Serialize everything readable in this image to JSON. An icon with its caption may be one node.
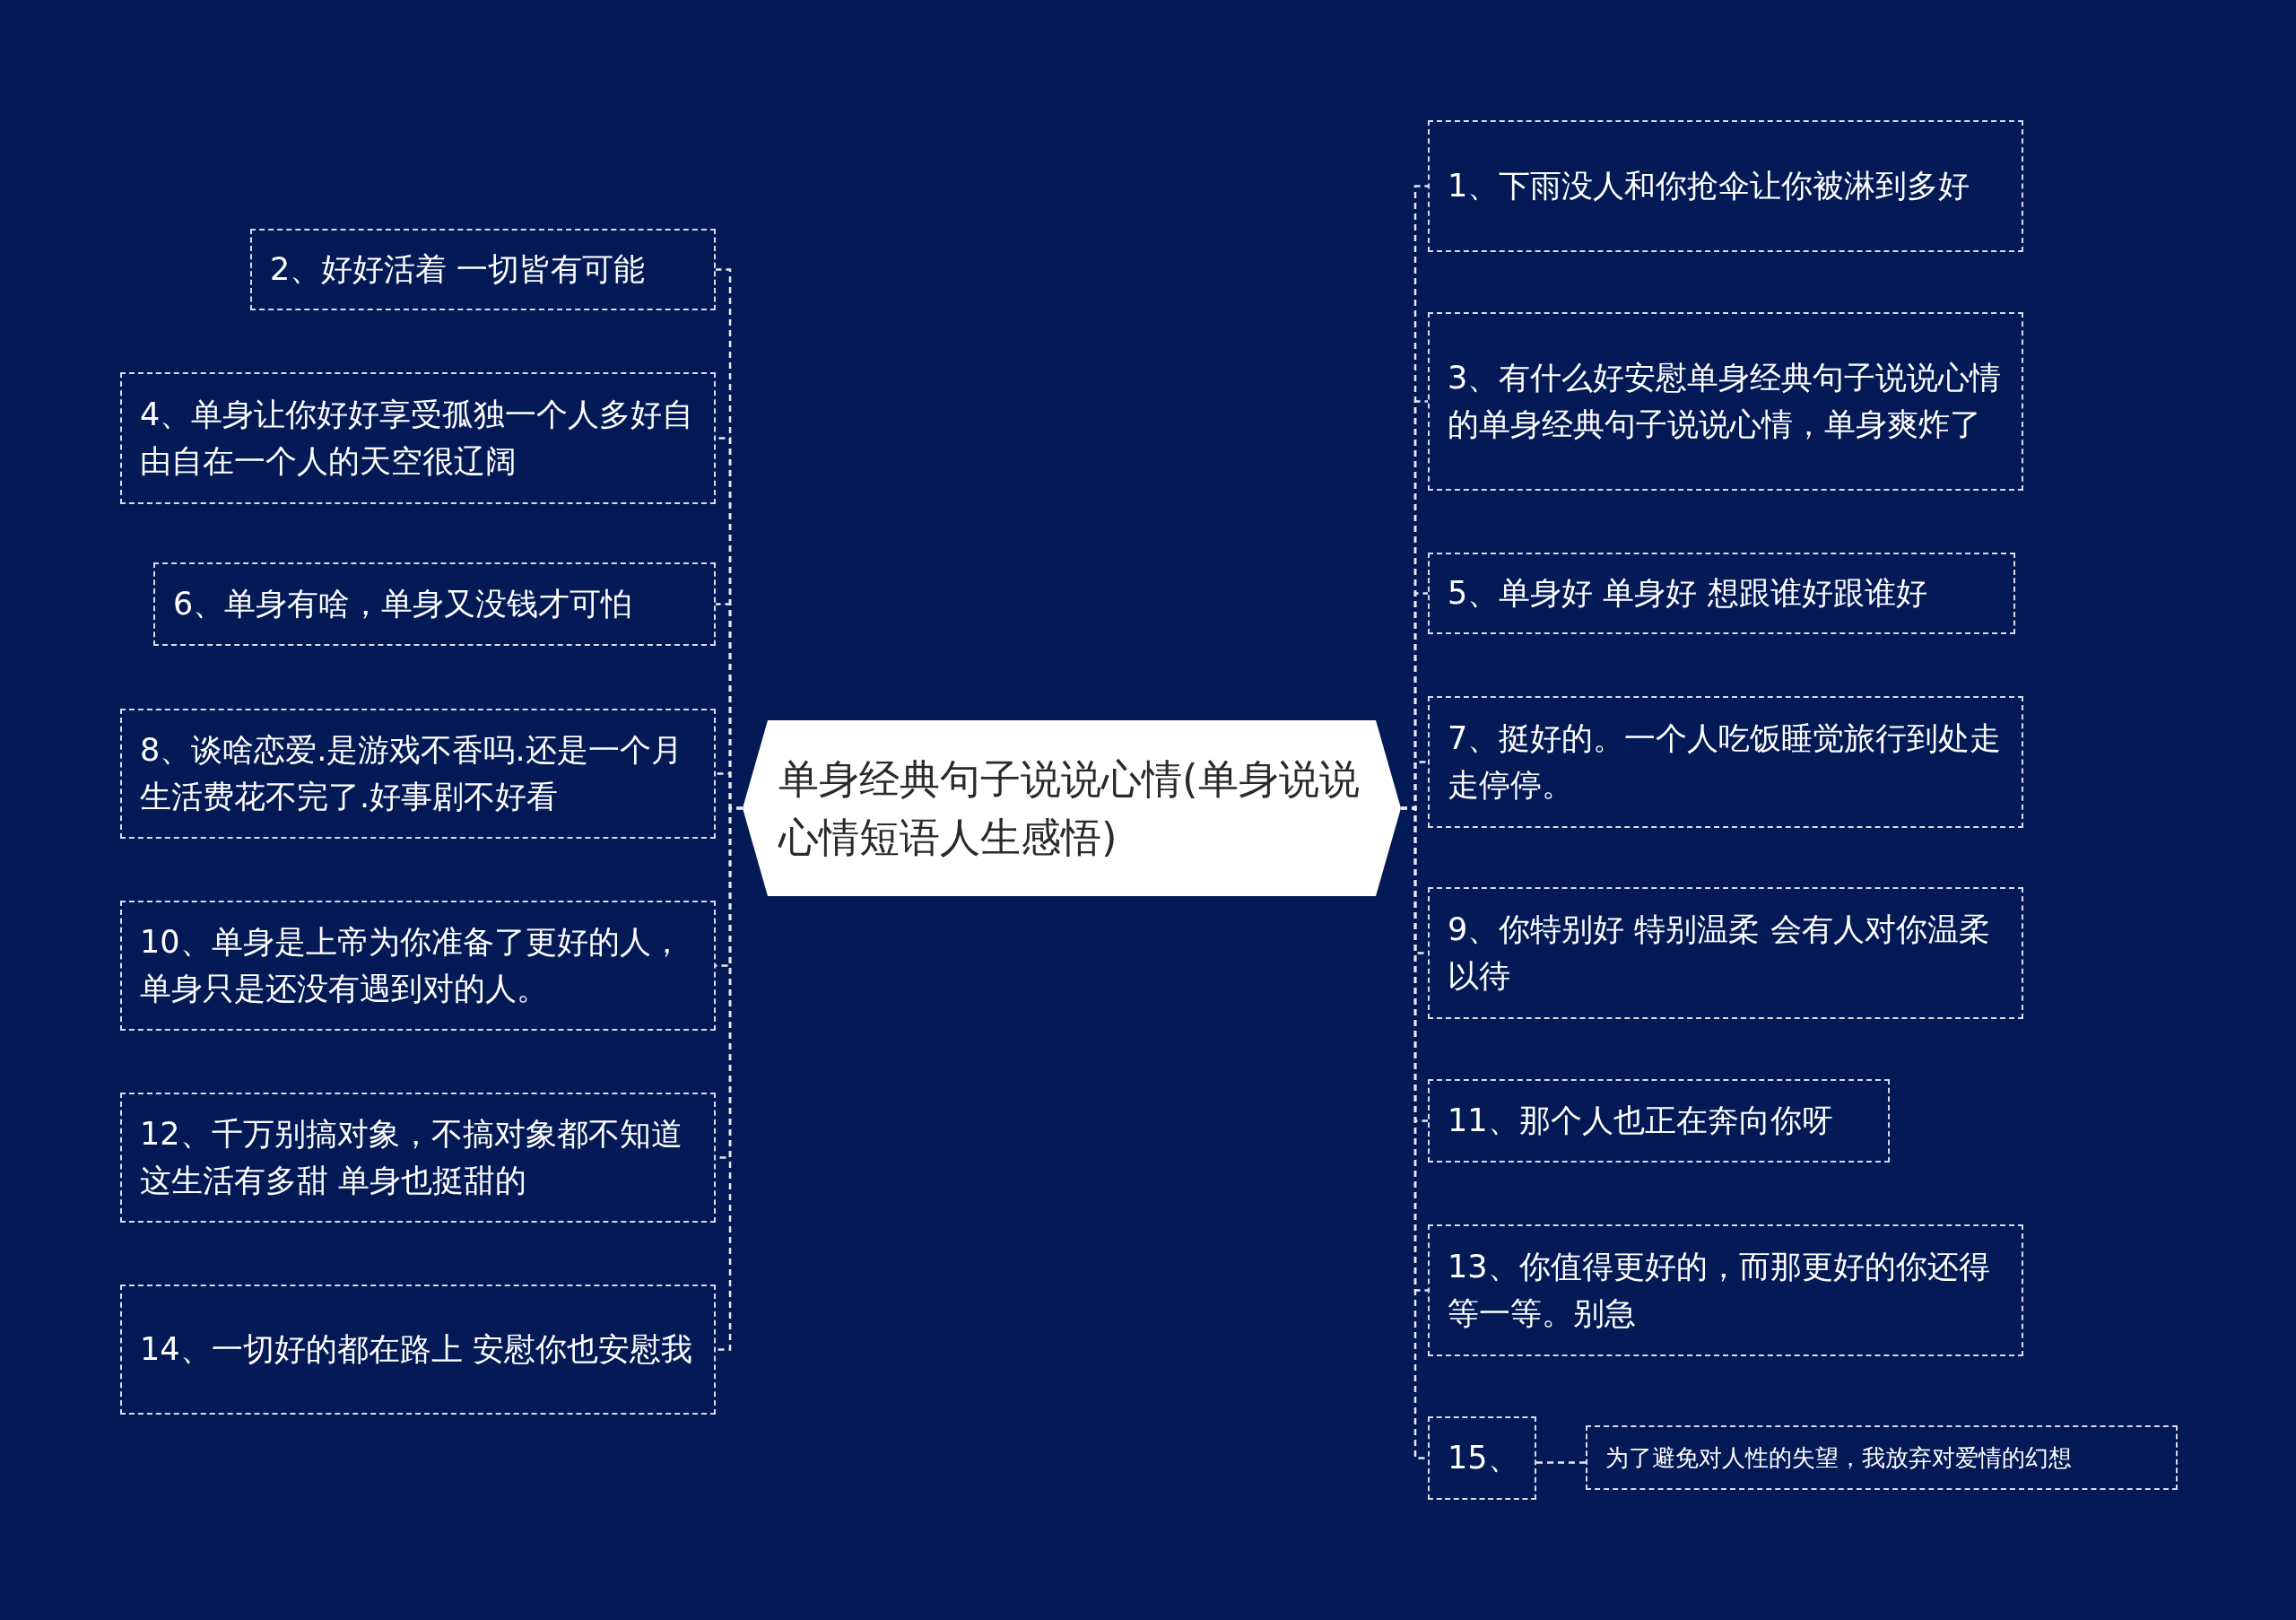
{
  "diagram": {
    "nodes": [
      {
        "text": [
          "单身经典句子说说心情(单身说说心情短语人生感悟)"
        ]
      },
      {
        "text": [
          "1、下雨没人和你抢伞让你被淋到多好"
        ]
      },
      {
        "text": [
          "2、好好活着 一切皆有可能"
        ]
      },
      {
        "text": [
          "3、有什么好安慰单身经典句子说说心情的单身经典句子说说心情，单身爽炸了"
        ]
      },
      {
        "text": [
          "4、单身让你好好享受孤独一个人多好自由自在一个人的天空很辽阔"
        ]
      },
      {
        "text": [
          "5、单身好 单身好 想跟谁好跟谁好"
        ]
      },
      {
        "text": [
          "6、单身有啥，单身又没钱才可怕"
        ]
      },
      {
        "text": [
          "7、挺好的。一个人吃饭睡觉旅行到处走走停停。"
        ]
      },
      {
        "text": [
          "8、谈啥恋爱.是游戏不香吗.还是一个月生活费花不完了.好事剧不好看"
        ]
      },
      {
        "text": [
          "9、你特别好 特别温柔 会有人对你温柔以待"
        ]
      },
      {
        "text": [
          "10、单身是上帝为你准备了更好的人，单身只是还没有遇到对的人。"
        ]
      },
      {
        "text": [
          "11、那个人也正在奔向你呀"
        ]
      },
      {
        "text": [
          "12、千万别搞对象，不搞对象都不知道这生活有多甜 单身也挺甜的"
        ]
      },
      {
        "text": [
          "13、你值得更好的，而那更好的你还得等一等。别急"
        ]
      },
      {
        "text": [
          "14、一切好的都在路上 安慰你也安慰我"
        ]
      },
      {
        "text": [
          "15、"
        ]
      },
      {
        "text": [
          "为了避免对人性的失望，我放弃对爱情的幻想"
        ]
      }
    ],
    "edges": [
      {
        "from": 0,
        "to": 1,
        "arrow": "none"
      },
      {
        "from": 0,
        "to": 2,
        "arrow": "none"
      },
      {
        "from": 0,
        "to": 3,
        "arrow": "none"
      },
      {
        "from": 0,
        "to": 4,
        "arrow": "none"
      },
      {
        "from": 0,
        "to": 5,
        "arrow": "none"
      },
      {
        "from": 0,
        "to": 6,
        "arrow": "none"
      },
      {
        "from": 0,
        "to": 7,
        "arrow": "none"
      },
      {
        "from": 0,
        "to": 8,
        "arrow": "none"
      },
      {
        "from": 0,
        "to": 9,
        "arrow": "none"
      },
      {
        "from": 0,
        "to": 10,
        "arrow": "none"
      },
      {
        "from": 0,
        "to": 11,
        "arrow": "none"
      },
      {
        "from": 0,
        "to": 12,
        "arrow": "none"
      },
      {
        "from": 0,
        "to": 13,
        "arrow": "none"
      },
      {
        "from": 0,
        "to": 14,
        "arrow": "none"
      },
      {
        "from": 0,
        "to": 15,
        "arrow": "none"
      },
      {
        "from": 15,
        "to": 16,
        "arrow": "none"
      }
    ]
  }
}
